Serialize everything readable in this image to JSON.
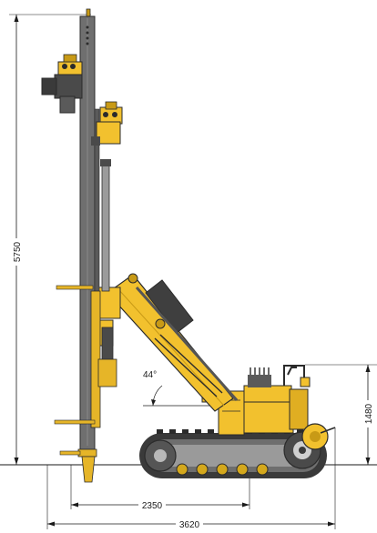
{
  "dimensions": {
    "total_height": "5750",
    "body_height": "1480",
    "mast_to_track": "2350",
    "overall_length": "3620",
    "mast_angle": "44°"
  },
  "colors": {
    "yellow": "#f2c12e",
    "yellow_dark": "#c89a16",
    "steel": "#6f6f6f",
    "steel_dark": "#4a4a4a",
    "track": "#3a3a3a",
    "line": "#1a1a1a"
  }
}
